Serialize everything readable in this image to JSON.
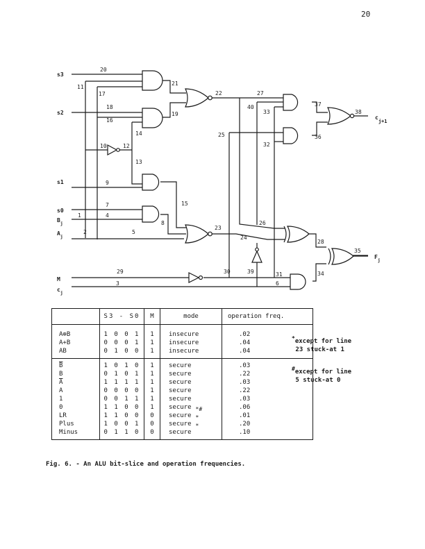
{
  "page_number": "20",
  "circuit": {
    "inputs": {
      "s3": "s3",
      "s2": "s2",
      "s1": "s1",
      "s0": "s0",
      "bj": "B",
      "bj_sub": "j",
      "aj": "A",
      "aj_sub": "j",
      "m": "M",
      "cj": "c",
      "cj_sub": "j"
    },
    "outputs": {
      "carry": "c",
      "carry_sub": "j+1",
      "f": "F",
      "f_sub": "j"
    },
    "line_labels": [
      "1",
      "2",
      "3",
      "4",
      "5",
      "6",
      "7",
      "8",
      "9",
      "10",
      "11",
      "12",
      "13",
      "14",
      "15",
      "16",
      "17",
      "18",
      "19",
      "20",
      "21",
      "22",
      "23",
      "24",
      "25",
      "26",
      "27",
      "28",
      "29",
      "30",
      "31",
      "32",
      "33",
      "34",
      "35",
      "36",
      "37",
      "38",
      "39",
      "40"
    ]
  },
  "table": {
    "headers": [
      "",
      "S3 - S0",
      "M",
      "mode",
      "operation freq."
    ],
    "group1": [
      {
        "op": "A⊕B",
        "bar": false,
        "s": "1 0 0 1",
        "m": "1",
        "mode": "insecure",
        "mark": "",
        "freq": ".02"
      },
      {
        "op": "A+B",
        "bar": false,
        "s": "0 0 0 1",
        "m": "1",
        "mode": "insecure",
        "mark": "",
        "freq": ".04"
      },
      {
        "op": "AB",
        "bar": false,
        "s": "0 1 0 0",
        "m": "1",
        "mode": "insecure",
        "mark": "",
        "freq": ".04"
      }
    ],
    "group2": [
      {
        "op": "B",
        "bar": true,
        "s": "1 0 1 0",
        "m": "1",
        "mode": "secure",
        "mark": "",
        "freq": ".03"
      },
      {
        "op": "B",
        "bar": false,
        "s": "0 1 0 1",
        "m": "1",
        "mode": "secure",
        "mark": "",
        "freq": ".22"
      },
      {
        "op": "A",
        "bar": true,
        "s": "1 1 1 1",
        "m": "1",
        "mode": "secure",
        "mark": "",
        "freq": ".03"
      },
      {
        "op": "A",
        "bar": false,
        "s": "0 0 0 0",
        "m": "1",
        "mode": "secure",
        "mark": "",
        "freq": ".22"
      },
      {
        "op": "1",
        "bar": false,
        "s": "0 0 1 1",
        "m": "1",
        "mode": "secure",
        "mark": "",
        "freq": ".03"
      },
      {
        "op": "0",
        "bar": false,
        "s": "1 1 0 0",
        "m": "1",
        "mode": "secure",
        "mark": "*#",
        "freq": ".06"
      },
      {
        "op": "LR",
        "bar": false,
        "s": "1 1 0 0",
        "m": "0",
        "mode": "secure",
        "mark": "*",
        "freq": ".01"
      },
      {
        "op": "Plus",
        "bar": false,
        "s": "1 0 0 1",
        "m": "0",
        "mode": "secure",
        "mark": "*",
        "freq": ".20"
      },
      {
        "op": "Minus",
        "bar": false,
        "s": "0 1 1 0",
        "m": "0",
        "mode": "secure",
        "mark": "",
        "freq": ".10"
      }
    ]
  },
  "notes": [
    {
      "symbol": "*",
      "line1": "except for line",
      "line2": "23 stuck-at 1"
    },
    {
      "symbol": "#",
      "line1": "except for line",
      "line2": "5 stuck-at 0"
    }
  ],
  "caption": "Fig. 6. - An ALU bit-slice and operation frequencies."
}
